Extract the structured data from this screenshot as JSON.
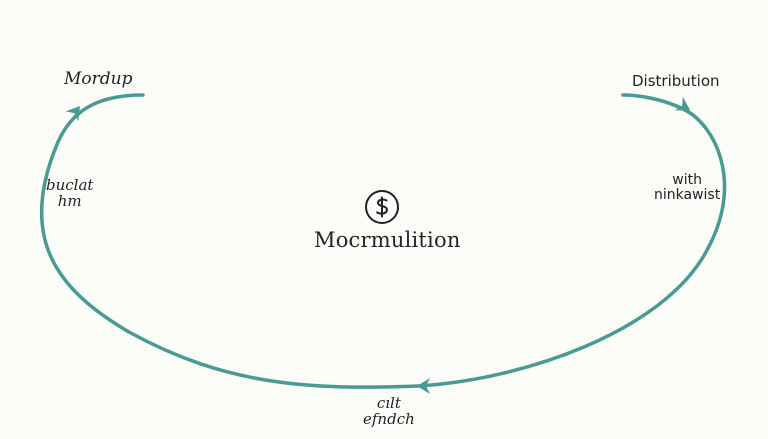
{
  "diagram": {
    "top_left_label": "Mordup",
    "top_right_label": "Distribution",
    "left_label_lines": [
      "buclat",
      "hm"
    ],
    "right_label_lines": [
      "with",
      "ninkawist"
    ],
    "bottom_label_lines": [
      "cılt",
      "efndch"
    ],
    "center_title": "Mocrmulition",
    "center_icon": "dollar-coin-icon",
    "accent_color": "#4a9a94",
    "text_color": "#1e2326",
    "background_color": "#fbfbf7"
  }
}
